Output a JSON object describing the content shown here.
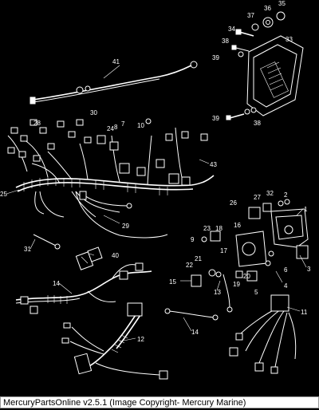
{
  "caption": "MercuryPartsOnline v2.5.1 (Image Copyright- Mercury Marine)",
  "callouts": [
    "1",
    "2",
    "3",
    "4",
    "5",
    "6",
    "7",
    "8",
    "9",
    "10",
    "11",
    "12",
    "13",
    "14",
    "15",
    "16",
    "17",
    "18",
    "19",
    "20",
    "21",
    "22",
    "23",
    "24",
    "25",
    "26",
    "27",
    "28",
    "29",
    "30",
    "31",
    "32",
    "33",
    "34",
    "35",
    "36",
    "37",
    "38",
    "39",
    "40",
    "41",
    "43"
  ],
  "colors": {
    "background": "#000000",
    "line_art": "#ffffff",
    "caption_bg": "#ffffff",
    "caption_text": "#000000"
  }
}
